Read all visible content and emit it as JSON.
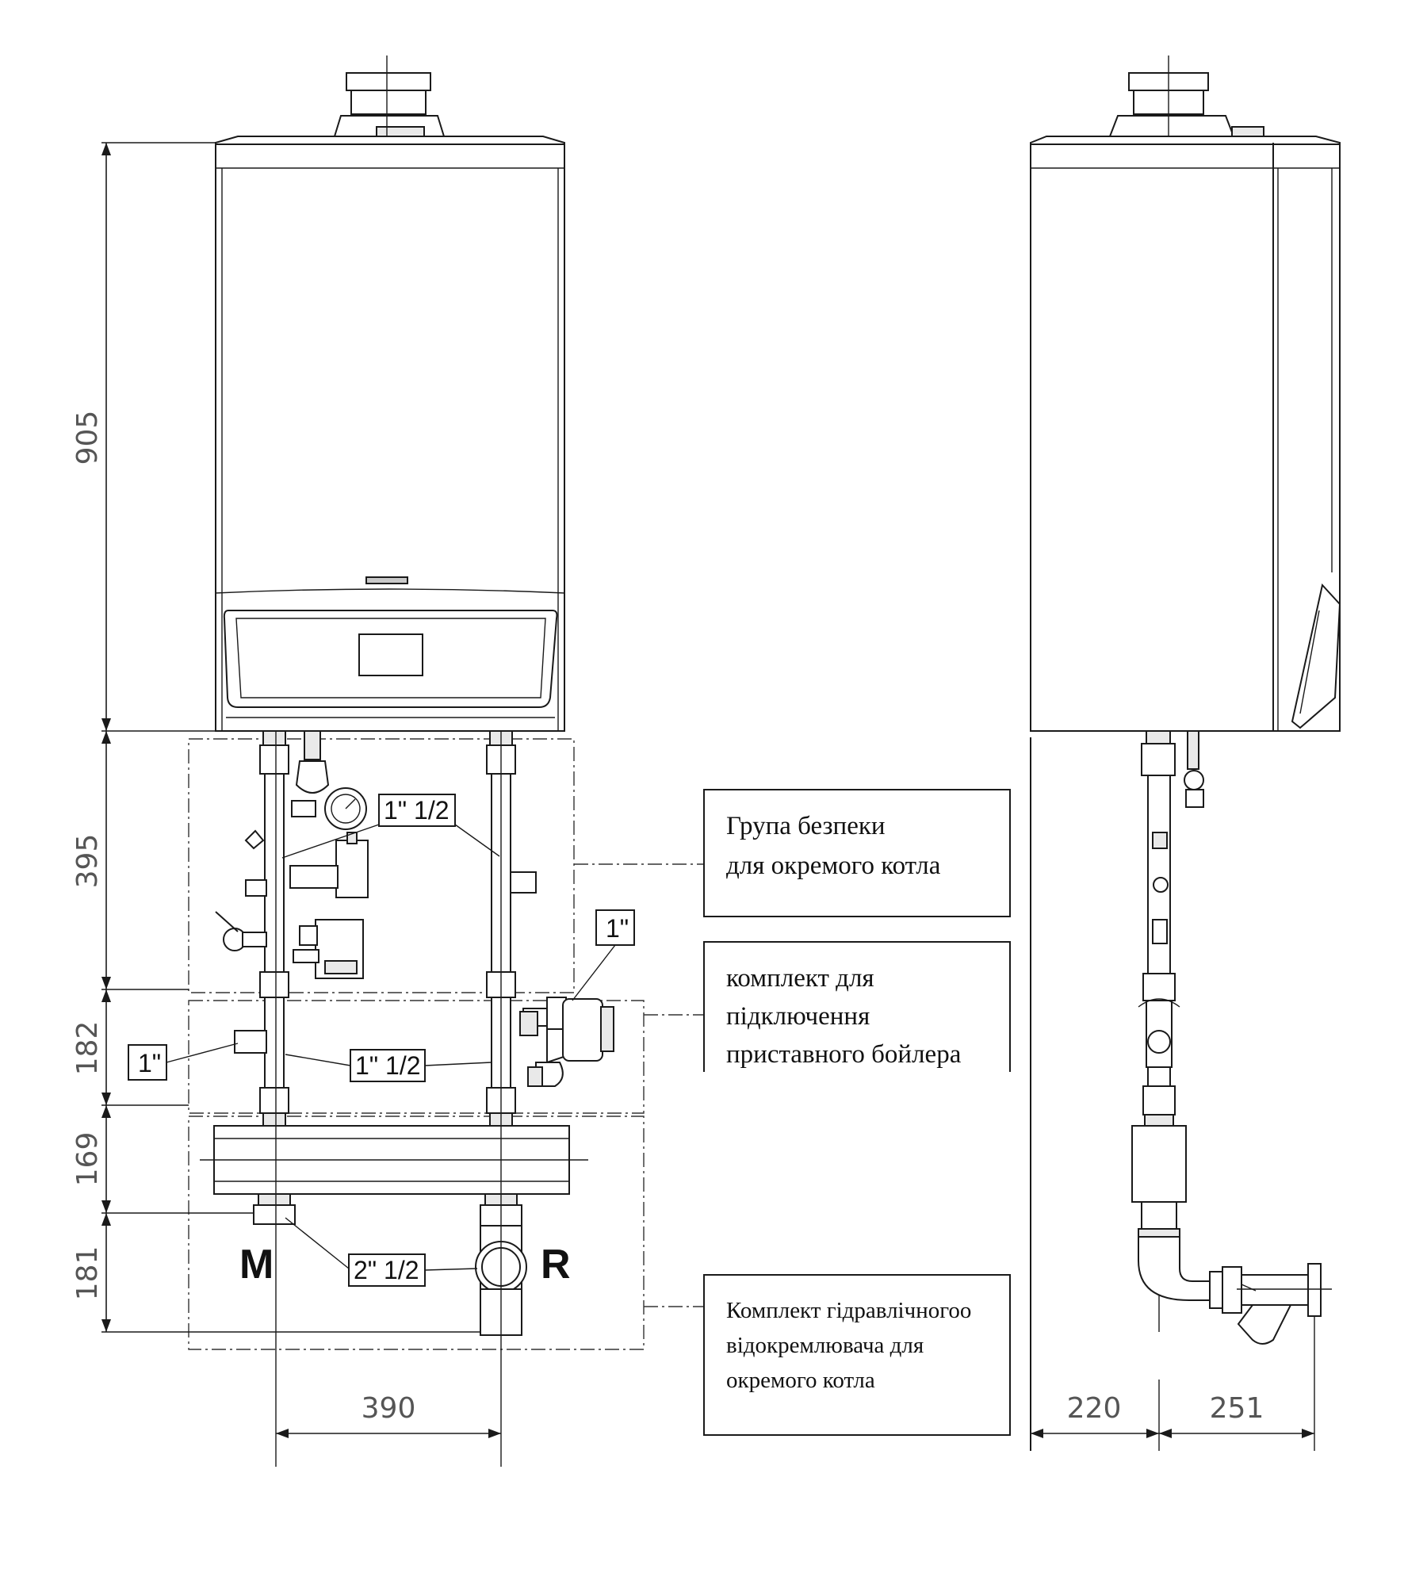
{
  "dimensions": {
    "height_top": "905",
    "height_safety": "395",
    "height_boiler_kit": "182",
    "height_separator": "169",
    "height_bottom": "181",
    "width_front": "390",
    "depth_left": "220",
    "depth_right": "251"
  },
  "pipe_sizes": {
    "safety_pipe": "1\" 1/2",
    "kit_outlet_right": "1\"",
    "kit_outlet_left": "1\"",
    "kit_pipe": "1\" 1/2",
    "separator_pipe": "2\" 1/2"
  },
  "connections": {
    "flow": "M",
    "return": "R"
  },
  "labels": {
    "safety_group": [
      "Група безпеки",
      "для окремого котла"
    ],
    "boiler_kit": [
      "комплект для",
      "підключення",
      "приставного бойлера"
    ],
    "separator_kit": [
      "Комплект гідравлічногоо",
      "відокремлювача для",
      "окремого котла"
    ]
  }
}
